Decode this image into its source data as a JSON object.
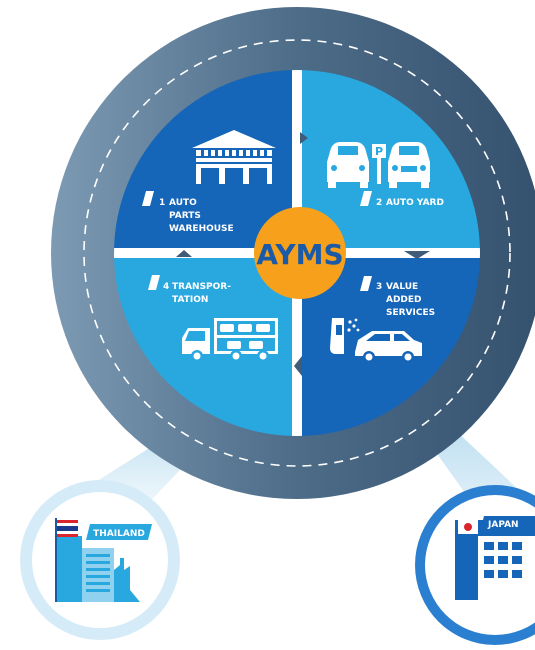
{
  "hub": {
    "label": "AYMS"
  },
  "quadrants": [
    {
      "number": "1",
      "lines": [
        "AUTO",
        "PARTS",
        "WAREHOUSE"
      ],
      "icon": "warehouse-icon"
    },
    {
      "number": "2",
      "lines": [
        "AUTO YARD"
      ],
      "icon": "parking-cars-icon"
    },
    {
      "number": "3",
      "lines": [
        "VALUE",
        "ADDED",
        "SERVICES"
      ],
      "icon": "car-wash-icon"
    },
    {
      "number": "4",
      "lines": [
        "TRANSPOR-",
        "TATION"
      ],
      "icon": "car-carrier-truck-icon"
    }
  ],
  "locations": [
    {
      "label": "THAILAND",
      "icon": "thailand-flag-icon"
    },
    {
      "label": "JAPAN",
      "icon": "japan-flag-icon"
    }
  ],
  "colors": {
    "ring": "#4f6e8a",
    "dark_blue": "#1565b8",
    "light_blue": "#29a8e0",
    "hub_orange": "#f7a01c",
    "hub_text": "#1b5aa6",
    "white": "#ffffff"
  }
}
